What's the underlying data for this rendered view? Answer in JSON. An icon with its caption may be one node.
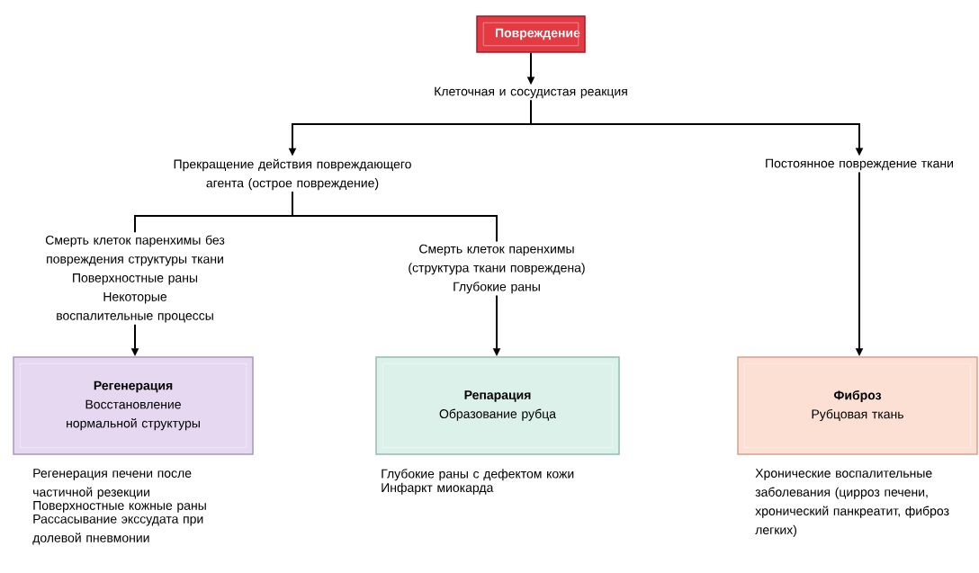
{
  "diagram": {
    "nodes": [
      {
        "text": [
          "Повреждение"
        ]
      },
      {
        "text": [
          "Клеточная и сосудистая реакция"
        ]
      },
      {
        "text": [
          "Прекращение действия повреждающего агента (острое повреждение)"
        ]
      },
      {
        "text": [
          "Постоянное повреждение ткани"
        ]
      },
      {
        "text": [
          "Смерть клеток паренхимы без повреждения структуры ткани",
          "Поверхностные раны",
          "Некоторые воспалительные процессы"
        ]
      },
      {
        "text": [
          "Смерть клеток паренхимы (структура ткани повреждена)",
          "Глубокие раны"
        ]
      },
      {
        "text": [
          "Регенерация",
          "Восстановление нормальной структуры"
        ],
        "beside": [
          "Регенерация печени после частичной резекции",
          "Поверхностные кожные раны",
          "Рассасывание экссудата при долевой пневмонии"
        ]
      },
      {
        "text": [
          "Репарация",
          "Образование рубца"
        ],
        "beside": [
          "Глубокие раны с дефектом кожи",
          "Инфаркт миокарда"
        ]
      },
      {
        "text": [
          "Фиброз",
          "Рубцовая ткань"
        ],
        "beside": [
          "Хронические воспалительные заболевания (цирроз печени, хронический панкреатит, фиброз легких)"
        ]
      }
    ],
    "edges": [
      {
        "from": 0,
        "to": 1,
        "arrow": "to"
      },
      {
        "from": 1,
        "to": 2,
        "arrow": "to"
      },
      {
        "from": 1,
        "to": 3,
        "arrow": "to"
      },
      {
        "from": 2,
        "to": 4,
        "arrow": "none"
      },
      {
        "from": 2,
        "to": 5,
        "arrow": "none"
      },
      {
        "from": 4,
        "to": 6,
        "arrow": "to"
      },
      {
        "from": 5,
        "to": 7,
        "arrow": "to"
      },
      {
        "from": 3,
        "to": 8,
        "arrow": "to"
      }
    ]
  }
}
